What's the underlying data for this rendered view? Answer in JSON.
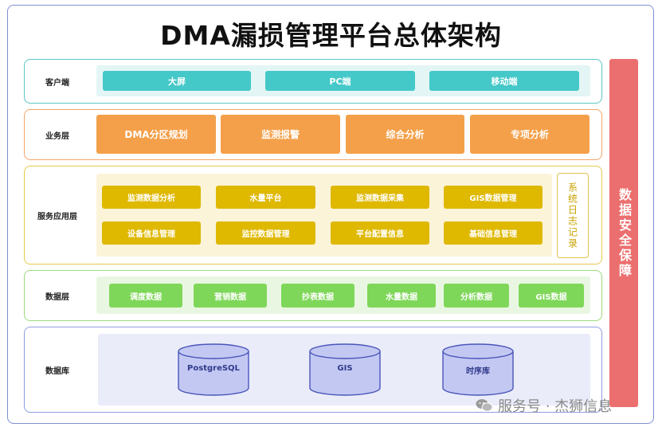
{
  "title": "DMA漏损管理平台总体架构",
  "side_bar": "数据安全保障",
  "layers": {
    "client": {
      "label": "客户端",
      "items": [
        "大屏",
        "PC端",
        "移动端"
      ],
      "color": "#45c8c8"
    },
    "business": {
      "label": "业务层",
      "items": [
        "DMA分区规划",
        "监测报警",
        "综合分析",
        "专项分析"
      ],
      "color": "#f4a04a"
    },
    "service": {
      "label": "服务应用层",
      "row1": [
        "监测数据分析",
        "水量平台",
        "监测数据采集",
        "GIS数据管理"
      ],
      "row2": [
        "设备信息管理",
        "监控数据管理",
        "平台配置信息",
        "基础信息管理"
      ],
      "log": "系统日志记录",
      "color": "#dfb800"
    },
    "data": {
      "label": "数据层",
      "items": [
        "调度数据",
        "营销数据",
        "抄表数据",
        "水量数据",
        "分析数据",
        "GIS数据"
      ],
      "color": "#7fd75a"
    },
    "database": {
      "label": "数据库",
      "items": [
        "PostgreSQL",
        "GIS",
        "时序库"
      ],
      "color": "#c3c8f3"
    }
  },
  "watermark": "服务号 · 杰狮信息",
  "icons": {
    "watermark": "wechat-icon"
  }
}
